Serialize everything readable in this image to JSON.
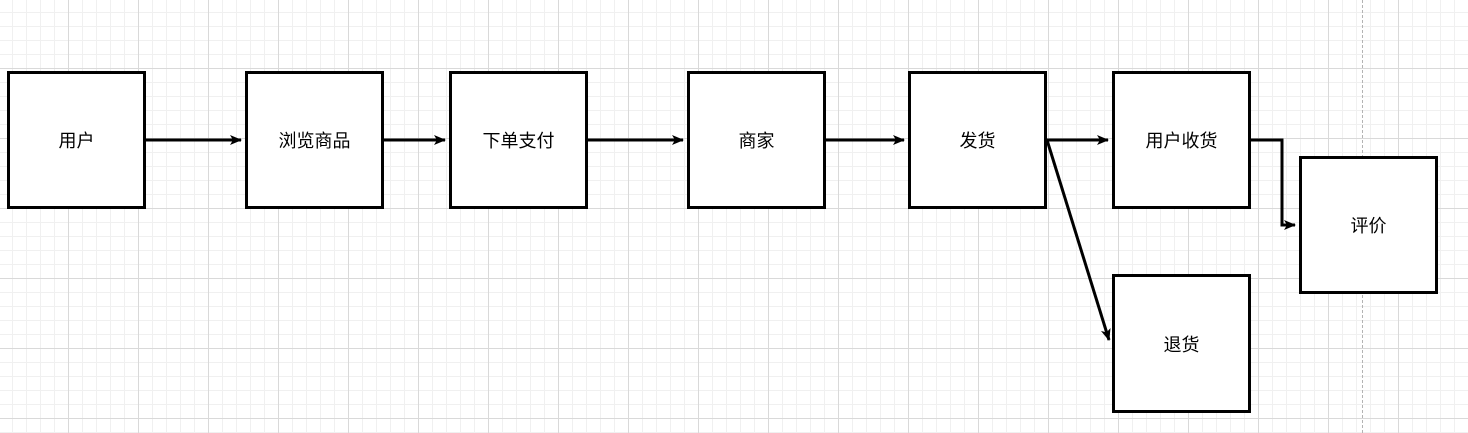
{
  "diagram": {
    "nodes": {
      "user": "用户",
      "browse": "浏览商品",
      "pay": "下单支付",
      "merchant": "商家",
      "ship": "发货",
      "receive": "用户收货",
      "review": "评价",
      "return": "退货"
    },
    "edges": [
      {
        "from": "用户",
        "to": "浏览商品"
      },
      {
        "from": "浏览商品",
        "to": "下单支付"
      },
      {
        "from": "下单支付",
        "to": "商家"
      },
      {
        "from": "商家",
        "to": "发货"
      },
      {
        "from": "发货",
        "to": "用户收货"
      },
      {
        "from": "发货",
        "to": "退货"
      },
      {
        "from": "用户收货",
        "to": "评价"
      }
    ],
    "colors": {
      "stroke": "#000000",
      "node_fill": "#ffffff",
      "grid": "#d9d9d9"
    }
  }
}
